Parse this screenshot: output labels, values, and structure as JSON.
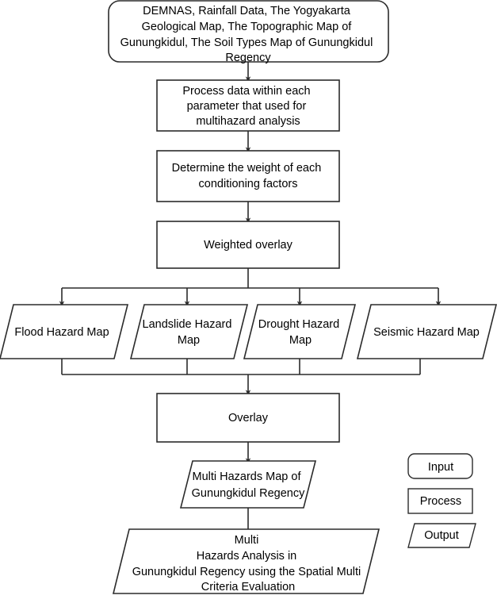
{
  "diagram": {
    "title": "Multihazard analysis methodology flowchart",
    "background_color": "#ffffff",
    "line_color": "#2b2b2b",
    "text_color": "#000000"
  },
  "nodes": {
    "input_data": {
      "shape": "rounded-rectangle",
      "role": "Input",
      "lines": [
        "DEMNAS, Rainfall Data, The Yogyakarta",
        "Geological Map, The Topographic Map of",
        "Gunungkidul, The Soil Types Map of Gunungkidul",
        "Regency"
      ]
    },
    "process_data": {
      "shape": "rectangle",
      "role": "Process",
      "lines": [
        "Process data within each",
        "parameter that used for",
        "multihazard analysis"
      ]
    },
    "determine_weight": {
      "shape": "rectangle",
      "role": "Process",
      "lines": [
        "Determine the weight of each",
        "conditioning factors"
      ]
    },
    "weighted_overlay": {
      "shape": "rectangle",
      "role": "Process",
      "lines": [
        "Weighted overlay"
      ]
    },
    "flood_hazard_map": {
      "shape": "parallelogram",
      "role": "Output",
      "lines": [
        "Flood Hazard Map"
      ]
    },
    "landslide_hazard_map": {
      "shape": "parallelogram",
      "role": "Output",
      "lines": [
        "Landslide Hazard",
        "Map"
      ]
    },
    "drought_hazard_map": {
      "shape": "parallelogram",
      "role": "Output",
      "lines": [
        "Drought Hazard",
        "Map"
      ]
    },
    "seismic_hazard_map": {
      "shape": "parallelogram",
      "role": "Output",
      "lines": [
        "Seismic Hazard Map"
      ]
    },
    "overlay": {
      "shape": "rectangle",
      "role": "Process",
      "lines": [
        "Overlay"
      ]
    },
    "multi_hazards_map": {
      "shape": "parallelogram",
      "role": "Output",
      "lines": [
        "Multi Hazards Map of",
        "Gunungkidul Regency"
      ]
    },
    "multi_hazards_analysis": {
      "shape": "parallelogram",
      "role": "Output",
      "lines": [
        "Multi",
        "Hazards Analysis in",
        "Gunungkidul Regency using the Spatial Multi",
        "Criteria Evaluation"
      ]
    }
  },
  "legend": {
    "items": [
      {
        "label": "Input",
        "shape": "rounded-rectangle"
      },
      {
        "label": "Process",
        "shape": "rectangle"
      },
      {
        "label": "Output",
        "shape": "parallelogram"
      }
    ]
  }
}
